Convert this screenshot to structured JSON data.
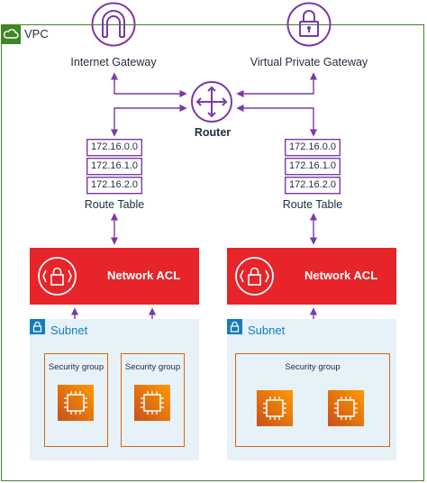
{
  "vpc": {
    "label": "VPC"
  },
  "internet_gateway": {
    "label": "Internet Gateway"
  },
  "vpn_gateway": {
    "label": "Virtual Private Gateway"
  },
  "router": {
    "label": "Router"
  },
  "route_tables": [
    {
      "label": "Route Table",
      "entries": [
        "172.16.0.0",
        "172.16.1.0",
        "172.16.2.0"
      ]
    },
    {
      "label": "Route Table",
      "entries": [
        "172.16.0.0",
        "172.16.1.0",
        "172.16.2.0"
      ]
    }
  ],
  "network_acls": [
    {
      "label": "Network ACL"
    },
    {
      "label": "Network ACL"
    }
  ],
  "subnets": [
    {
      "label": "Subnet",
      "security_groups": [
        {
          "label": "Security group"
        },
        {
          "label": "Security group"
        }
      ]
    },
    {
      "label": "Subnet",
      "security_groups": [
        {
          "label": "Security group"
        }
      ]
    }
  ],
  "colors": {
    "vpc": "#3f8624",
    "arrows": "#7b3aa6",
    "acl": "#e7242a",
    "subnet_fill": "#e6f2f8",
    "subnet_accent": "#147eba",
    "security_group": "#d86613",
    "ec2": "#ff9900"
  },
  "icons": [
    "cloud-icon",
    "gateway-arch-icon",
    "padlock-icon",
    "router-icon",
    "firewall-icon",
    "lock-icon",
    "ec2-chip-icon"
  ]
}
